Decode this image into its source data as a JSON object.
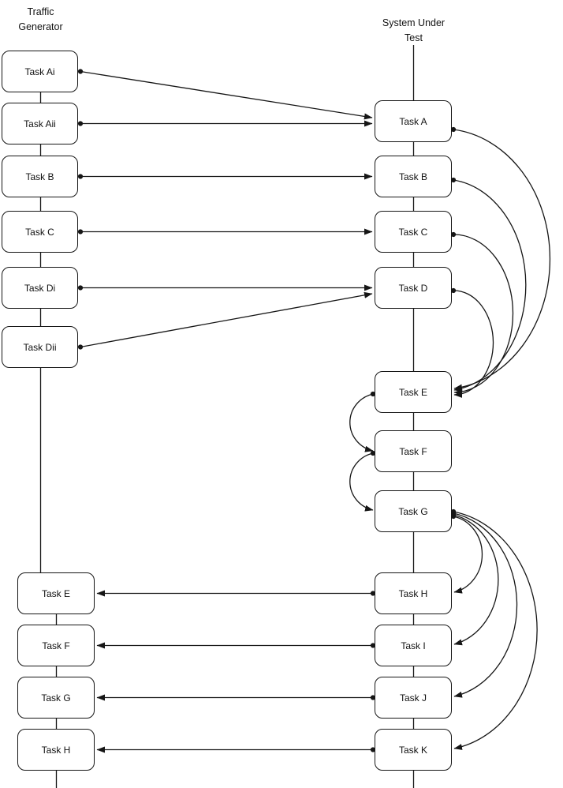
{
  "diagram": {
    "columns": {
      "left": {
        "title_line1": "Traffic",
        "title_line2": "Generator"
      },
      "right": {
        "title_line1": "System Under",
        "title_line2": "Test"
      }
    },
    "left_nodes": [
      {
        "id": "tg-task-ai",
        "label": "Task Ai"
      },
      {
        "id": "tg-task-aii",
        "label": "Task Aii"
      },
      {
        "id": "tg-task-b",
        "label": "Task B"
      },
      {
        "id": "tg-task-c",
        "label": "Task C"
      },
      {
        "id": "tg-task-di",
        "label": "Task Di"
      },
      {
        "id": "tg-task-dii",
        "label": "Task Dii"
      },
      {
        "id": "tg-task-e",
        "label": "Task E"
      },
      {
        "id": "tg-task-f",
        "label": "Task F"
      },
      {
        "id": "tg-task-g",
        "label": "Task G"
      },
      {
        "id": "tg-task-h",
        "label": "Task H"
      }
    ],
    "right_nodes": [
      {
        "id": "sut-task-a",
        "label": "Task A"
      },
      {
        "id": "sut-task-b",
        "label": "Task B"
      },
      {
        "id": "sut-task-c",
        "label": "Task C"
      },
      {
        "id": "sut-task-d",
        "label": "Task D"
      },
      {
        "id": "sut-task-e",
        "label": "Task E"
      },
      {
        "id": "sut-task-f",
        "label": "Task F"
      },
      {
        "id": "sut-task-g",
        "label": "Task G"
      },
      {
        "id": "sut-task-h",
        "label": "Task H"
      },
      {
        "id": "sut-task-i",
        "label": "Task I"
      },
      {
        "id": "sut-task-j",
        "label": "Task J"
      },
      {
        "id": "sut-task-k",
        "label": "Task K"
      }
    ],
    "edges": [
      {
        "from": "TG Task Ai",
        "to": "SUT Task A"
      },
      {
        "from": "TG Task Aii",
        "to": "SUT Task A"
      },
      {
        "from": "TG Task B",
        "to": "SUT Task B"
      },
      {
        "from": "TG Task C",
        "to": "SUT Task C"
      },
      {
        "from": "TG Task Di",
        "to": "SUT Task D"
      },
      {
        "from": "TG Task Dii",
        "to": "SUT Task D"
      },
      {
        "from": "SUT Task A",
        "to": "SUT Task E"
      },
      {
        "from": "SUT Task B",
        "to": "SUT Task E"
      },
      {
        "from": "SUT Task C",
        "to": "SUT Task E"
      },
      {
        "from": "SUT Task D",
        "to": "SUT Task E"
      },
      {
        "from": "SUT Task E",
        "to": "SUT Task F"
      },
      {
        "from": "SUT Task F",
        "to": "SUT Task G"
      },
      {
        "from": "SUT Task G",
        "to": "SUT Task H"
      },
      {
        "from": "SUT Task G",
        "to": "SUT Task I"
      },
      {
        "from": "SUT Task G",
        "to": "SUT Task J"
      },
      {
        "from": "SUT Task G",
        "to": "SUT Task K"
      },
      {
        "from": "SUT Task H",
        "to": "TG Task E"
      },
      {
        "from": "SUT Task I",
        "to": "TG Task F"
      },
      {
        "from": "SUT Task J",
        "to": "TG Task G"
      },
      {
        "from": "SUT Task K",
        "to": "TG Task H"
      }
    ]
  }
}
